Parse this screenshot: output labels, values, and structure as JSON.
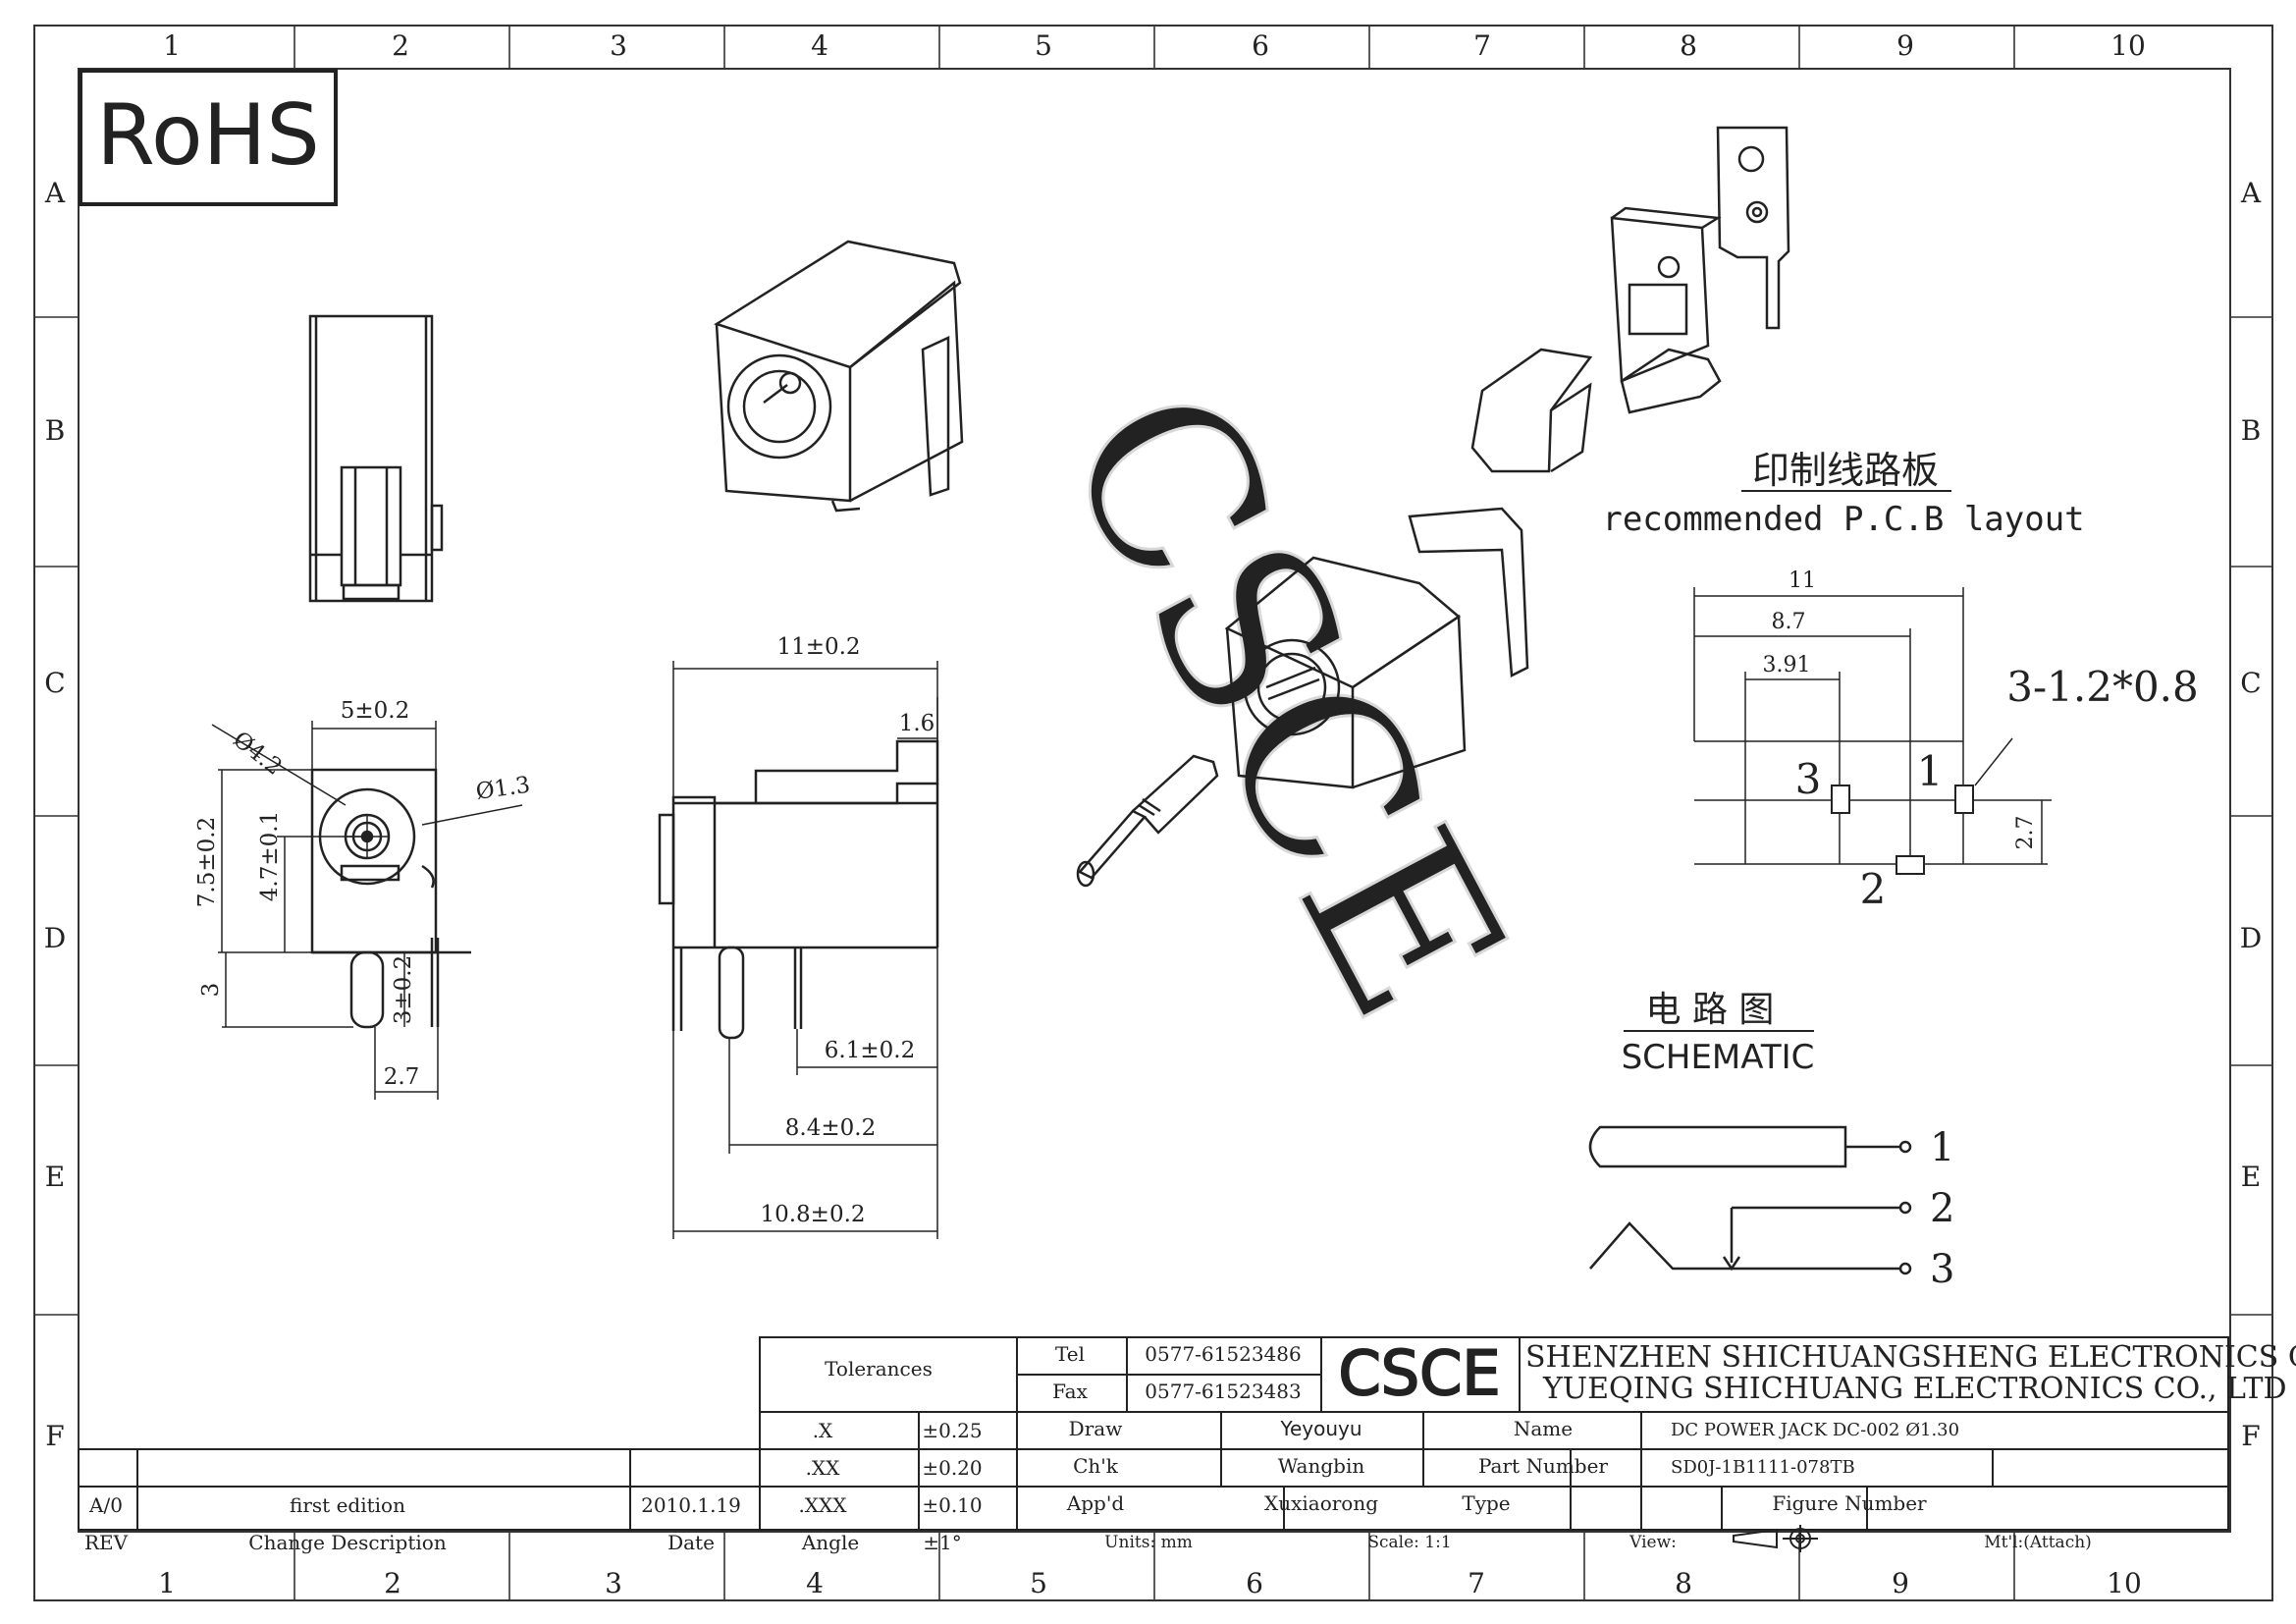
{
  "border": {
    "columns": [
      "1",
      "2",
      "3",
      "4",
      "5",
      "6",
      "7",
      "8",
      "9",
      "10"
    ],
    "rows": [
      "A",
      "B",
      "C",
      "D",
      "E",
      "F"
    ]
  },
  "badge": "RoHS",
  "watermark": "CSCE",
  "pcb": {
    "title_cn": "印制线路板",
    "title_en": "recommended P.C.B layout",
    "dim_total": "11",
    "dim_mid": "8.7",
    "dim_small": "3.91",
    "pads": "3-1.2*0.8",
    "dim_vertical": "2.7",
    "pin_1": "1",
    "pin_2": "2",
    "pin_3": "3"
  },
  "schematic": {
    "title_cn": "电 路 图",
    "title_en": "SCHEMATIC",
    "pin_1": "1",
    "pin_2": "2",
    "pin_3": "3"
  },
  "front_view": {
    "width": "5±0.2",
    "height": "7.5±0.2",
    "center": "4.7±0.1",
    "outer_dia": "Ø4.2",
    "pin_dia": "Ø1.3",
    "pin_length": "3",
    "pin_len2": "3±0.2",
    "pin_offset": "2.7"
  },
  "side_view": {
    "length": "11±0.2",
    "tab": "1.6",
    "d1": "6.1±0.2",
    "d2": "8.4±0.2",
    "d3": "10.8±0.2"
  },
  "title_block": {
    "tolerances_label": "Tolerances",
    "tol_rows": [
      {
        "k": ".X",
        "v": "±0.25"
      },
      {
        "k": ".XX",
        "v": "±0.20"
      },
      {
        "k": ".XXX",
        "v": "±0.10"
      },
      {
        "k": "Angle",
        "v": "±1°"
      }
    ],
    "tel_label": "Tel",
    "tel": "0577-61523486",
    "fax_label": "Fax",
    "fax": "0577-61523483",
    "logo": "CSCE",
    "company_1": "SHENZHEN SHICHUANGSHENG ELECTRONICS CO.,LTD",
    "company_2": "YUEQING SHICHUANG ELECTRONICS CO., LTD",
    "draw_label": "Draw",
    "draw": "Yeyouyu",
    "chk_label": "Ch'k",
    "chk": "Wangbin",
    "appd_label": "App'd",
    "appd": "Xuxiaorong",
    "units": "Units: mm",
    "name_label": "Name",
    "name": "DC POWER JACK DC-002 Ø1.30",
    "part_label": "Part Number",
    "part": "SD0J-1B1111-078TB",
    "type_label": "Type",
    "figure_label": "Figure Number",
    "scale": "Scale: 1:1",
    "view": "View:",
    "mtl": "Mt'l:(Attach)",
    "rev_row": {
      "rev": "A/0",
      "desc": "first edition",
      "date": "2010.1.19"
    },
    "rev_head": {
      "rev": "REV",
      "desc": "Change Description",
      "date": "Date"
    }
  }
}
